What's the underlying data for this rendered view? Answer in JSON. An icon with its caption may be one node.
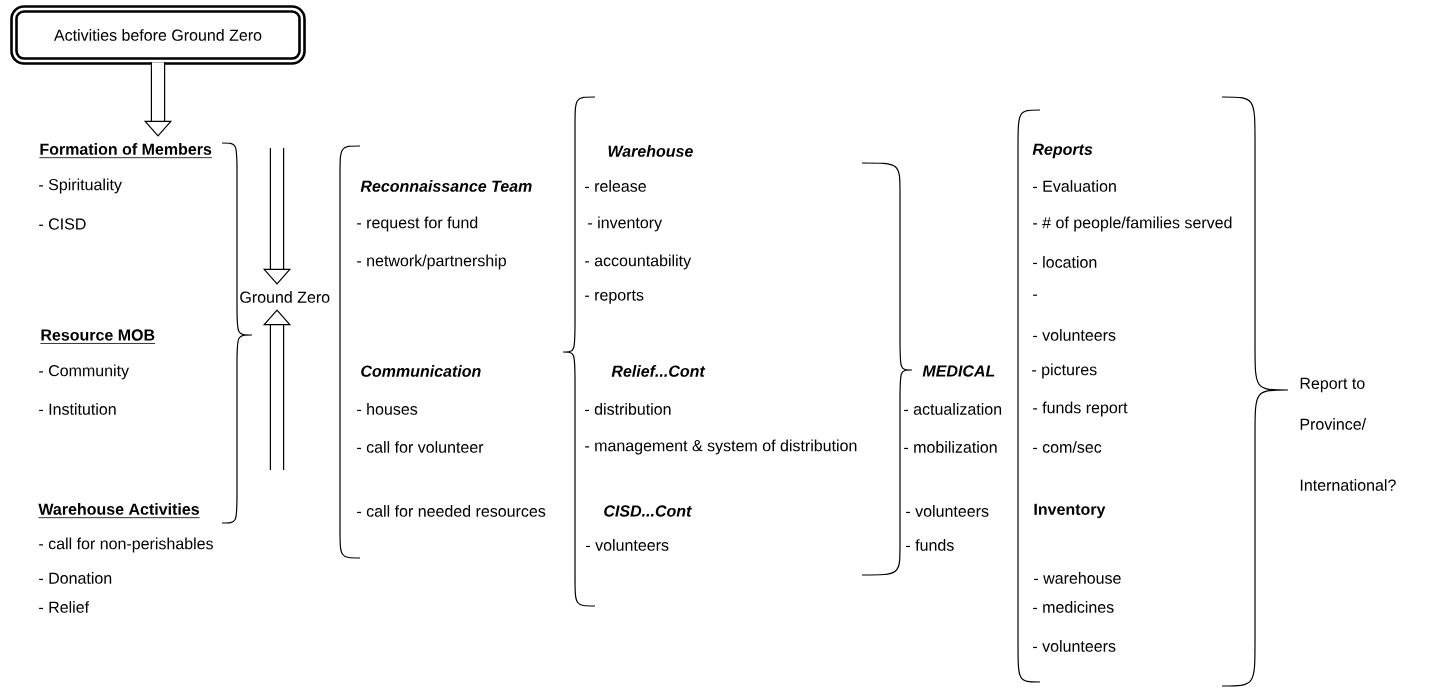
{
  "diagram": {
    "nodes": [
      {
        "text": [
          "Activities before Ground Zero"
        ]
      },
      {
        "text": [
          "Formation of Members"
        ]
      },
      {
        "text": [
          "Ground Zero"
        ]
      }
    ],
    "edges": [
      {
        "from": 0,
        "to": 1,
        "arrow": "to"
      },
      {
        "from": null,
        "to": 2,
        "arrow": "to"
      },
      {
        "from": null,
        "to": 2,
        "arrow": "to"
      }
    ],
    "labels": [
      "- Spirituality",
      "- CISD",
      "Resource MOB",
      "- Community",
      "- Institution",
      "Warehouse Activities",
      "- call for non-perishables",
      "- Donation",
      "- Relief",
      "Reconnaissance Team",
      "- request for fund",
      "- network/partnership",
      "Communication",
      "- houses",
      "- call for volunteer",
      "- call for needed resources",
      "Warehouse",
      "- release",
      "- inventory",
      "- accountability",
      "- reports",
      "Relief...Cont",
      "- distribution",
      "- management & system of distribution",
      "CISD...Cont",
      "- volunteers",
      "MEDICAL",
      "- actualization",
      "- mobilization",
      "- volunteers",
      "- funds",
      "Reports",
      "- Evaluation",
      "- # of people/families served",
      "- location",
      "-",
      "- volunteers",
      "- pictures",
      "- funds report",
      "- com/sec",
      "Inventory",
      "- warehouse",
      "- medicines",
      "- volunteers",
      "Report to",
      "Province/",
      "International?"
    ]
  }
}
